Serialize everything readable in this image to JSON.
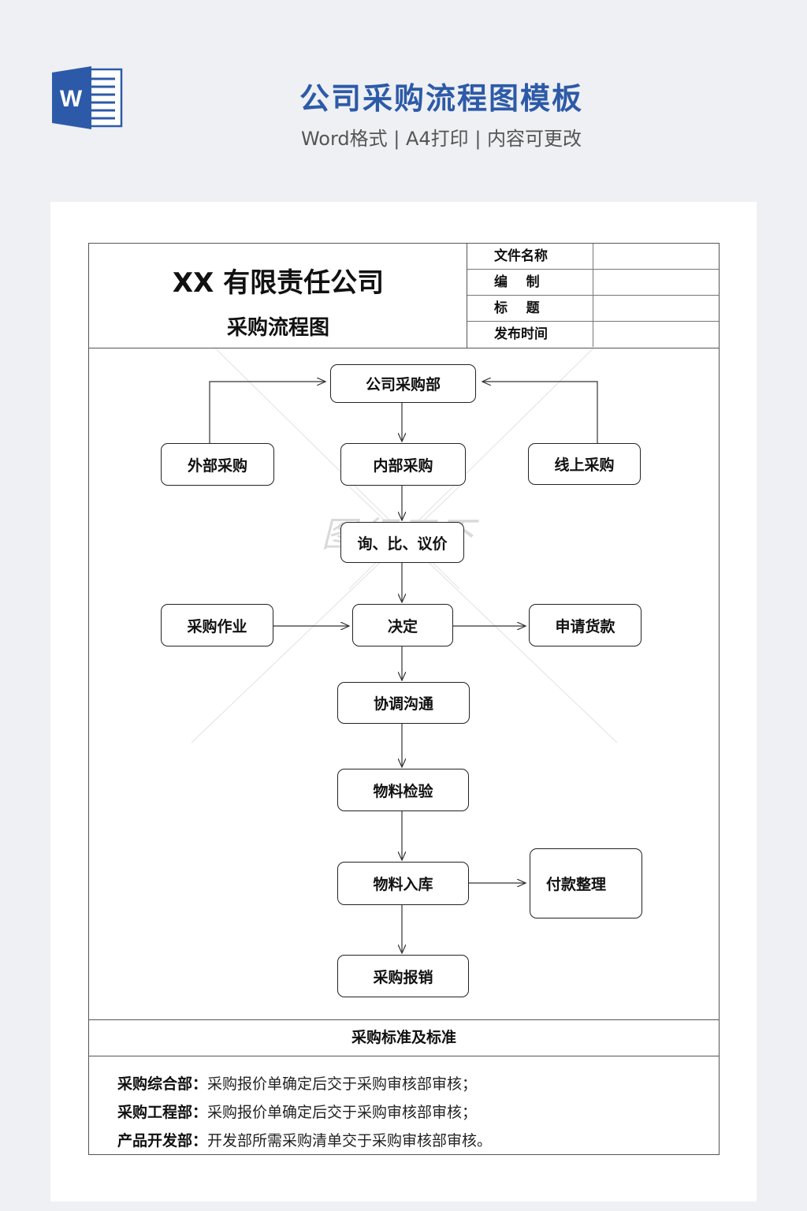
{
  "header": {
    "icon_name": "word-document-icon",
    "icon_letter": "W",
    "title": "公司采购流程图模板",
    "subtitle": "Word格式 | A4打印 | 内容可更改",
    "accent_color": "#2d5aa8"
  },
  "document": {
    "company": "XX 有限责任公司",
    "chart_title": "采购流程图",
    "meta": [
      {
        "label": "文件名称",
        "value": ""
      },
      {
        "label": "编    制",
        "value": ""
      },
      {
        "label": "标    题",
        "value": ""
      },
      {
        "label": "发布时间",
        "value": ""
      }
    ],
    "watermark": "图行天下",
    "flow": {
      "company_dept": "公司采购部",
      "external": "外部采购",
      "internal": "内部采购",
      "online": "线上采购",
      "inquiry": "询、比、议价",
      "operation": "采购作业",
      "decision": "决定",
      "payment_request": "申请货款",
      "coordinate": "协调沟通",
      "inspection": "物料检验",
      "warehousing": "物料入库",
      "payment_arrange": "付款整理",
      "reimburse": "采购报销"
    },
    "standards": {
      "title": "采购标准及标准",
      "lines": [
        {
          "dept": "采购综合部：",
          "text": "采购报价单确定后交于采购审核部审核；"
        },
        {
          "dept": "采购工程部：",
          "text": "采购报价单确定后交于采购审核部审核；"
        },
        {
          "dept": "产品开发部：",
          "text": "开发部所需采购清单交于采购审核部审核。"
        }
      ]
    }
  }
}
